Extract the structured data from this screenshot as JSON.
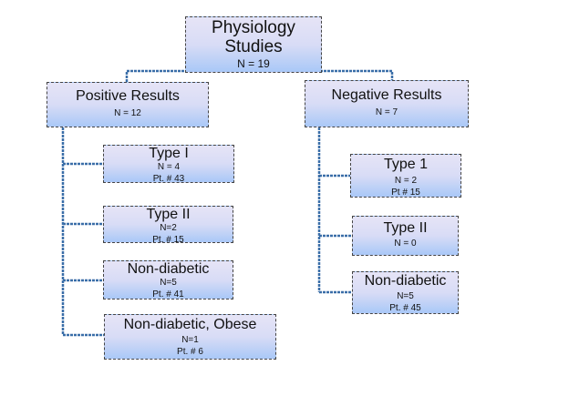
{
  "root": {
    "title_line1": "Physiology",
    "title_line2": "Studies",
    "n": "N = 19"
  },
  "positive": {
    "title": "Positive Results",
    "n": "N = 12",
    "children": [
      {
        "title": "Type I",
        "n": "N = 4",
        "pt": "Pt. # 43"
      },
      {
        "title": "Type II",
        "n": "N=2",
        "pt": "Pt. # 15"
      },
      {
        "title": "Non-diabetic",
        "n": "N=5",
        "pt": "Pt. # 41"
      },
      {
        "title": "Non-diabetic, Obese",
        "n": "N=1",
        "pt": "Pt. # 6"
      }
    ]
  },
  "negative": {
    "title": "Negative Results",
    "n": "N = 7",
    "children": [
      {
        "title": "Type 1",
        "n": "N = 2",
        "pt": "Pt # 15"
      },
      {
        "title": "Type II",
        "n": "N = 0"
      },
      {
        "title": "Non-diabetic",
        "n": "N=5",
        "pt": "Pt. # 45"
      }
    ]
  },
  "colors": {
    "connector": "#3a6ea8",
    "box_top": "#e6e4f6",
    "box_bottom": "#a9c8f7"
  }
}
